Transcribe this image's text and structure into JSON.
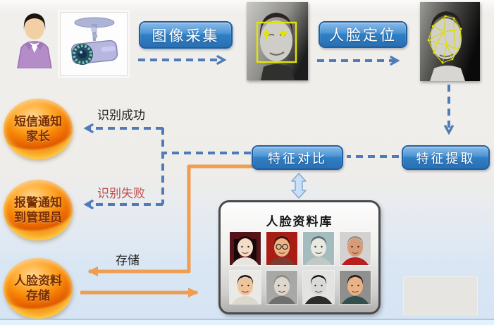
{
  "colors": {
    "accent_blue": "#2f80c4",
    "dash_blue": "#4f7cb8",
    "accent_orange": "#ef9d50",
    "fail_red": "#c0504d",
    "marker_yellow": "#e2e208",
    "sphere_orange": "#f98d09",
    "bg_top": "#f1efec",
    "bg_bottom": "#d6e4f3"
  },
  "nodes": {
    "capture": "图像采集",
    "locate": "人脸定位",
    "extract": "特征提取",
    "compare": "特征对比"
  },
  "labels": {
    "success": "识别成功",
    "fail": "识别失败",
    "store": "存储"
  },
  "actions": [
    {
      "line1": "短信通知",
      "line2": "家长"
    },
    {
      "line1": "报警通知",
      "line2": "到管理员"
    },
    {
      "line1": "人脸资料",
      "line2": "存储"
    }
  ],
  "database": {
    "title": "人脸资料库",
    "photos": [
      {
        "desc": "woman-long-dark-hair",
        "bg": "#551418",
        "skin": "#f3dcc8",
        "hair": "#17090b",
        "shirt": "#e8e4de",
        "long_hair": true
      },
      {
        "desc": "man-with-glasses-red-background",
        "bg": "#a81d14",
        "skin": "#eab487",
        "hair": "#2a1810",
        "shirt": "#7c3a30",
        "glasses": true
      },
      {
        "desc": "smiling-woman-teal-tone",
        "bg": "#a4bcbe",
        "skin": "#e9e9e2",
        "hair": "#5c6a66",
        "shirt": "#c2c8c4"
      },
      {
        "desc": "older-man-red-shirt",
        "bg": "#d3d2d0",
        "skin": "#d99a76",
        "hair": "#9a8a78",
        "shirt": "#b9201d"
      },
      {
        "desc": "young-man-thick-brows",
        "bg": "#ebe9e6",
        "skin": "#efc49c",
        "hair": "#16100c",
        "shirt": "#dcd8d0"
      },
      {
        "desc": "short-hair-person-gray",
        "bg": "#a8a8a6",
        "skin": "#ded7cd",
        "hair": "#8f8b82",
        "shirt": "#6f6f6d"
      },
      {
        "desc": "man-grayscale-dark-suit",
        "bg": "#e3e3e1",
        "skin": "#d9d9d7",
        "hair": "#101010",
        "shirt": "#2c2c2c"
      },
      {
        "desc": "smiling-woman-dark-hair",
        "bg": "#8f8f8d",
        "skin": "#eab285",
        "hair": "#241812",
        "shirt": "#32504e"
      }
    ]
  },
  "icons": {
    "person": "person-icon",
    "camera": "surveillance-camera-icon",
    "face_located": "face-photo-with-detection-box",
    "face_mesh": "face-photo-with-feature-mesh",
    "double_arrow": "double-arrow-icon"
  }
}
